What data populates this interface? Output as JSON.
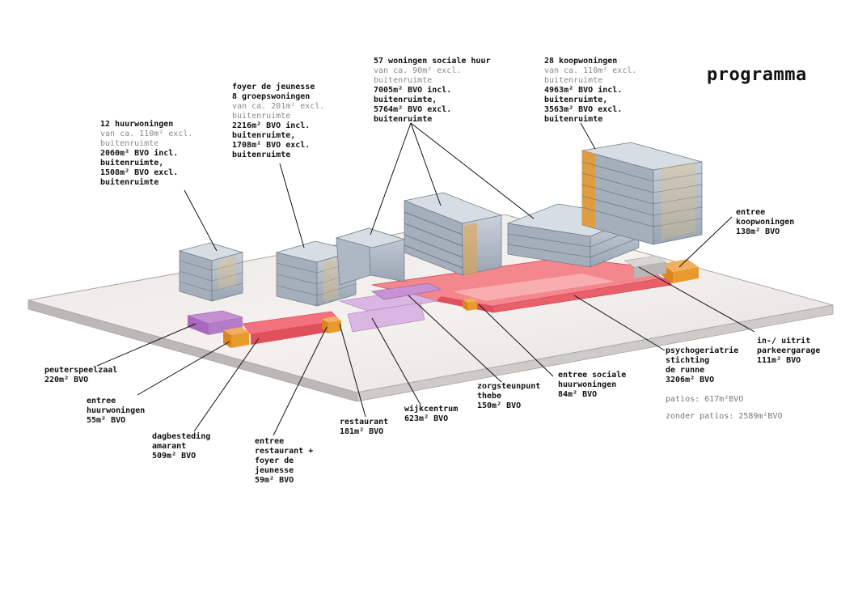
{
  "title": "programma",
  "colors": {
    "ground": "#e6e2e0",
    "ground_edge": "#a9a5a3",
    "glass": "#b7c1cc",
    "glass_dark": "#8f9aa6",
    "care": "#f0636f",
    "care_light": "#f9b7b7",
    "purple": "#b57ac8",
    "lilac": "#dab6e2",
    "orange": "#e99a2d",
    "grey_block": "#b9b7b6"
  },
  "labels": {
    "huurwoningen12": {
      "lines": [
        {
          "text": "12 huurwoningen",
          "style": "bold"
        },
        {
          "text": "van ca. 110m² excl.",
          "style": "grey"
        },
        {
          "text": "buitenruimte",
          "style": "grey"
        },
        {
          "text": "2060m² BVO incl.",
          "style": "bold"
        },
        {
          "text": "buitenruimte,",
          "style": "bold"
        },
        {
          "text": "1508m² BVO excl.",
          "style": "bold"
        },
        {
          "text": "buitenruimte",
          "style": "bold"
        }
      ]
    },
    "foyer": {
      "lines": [
        {
          "text": "foyer de jeunesse",
          "style": "bold"
        },
        {
          "text": "8 groepswoningen",
          "style": "bold"
        },
        {
          "text": "van ca. 201m² excl.",
          "style": "grey"
        },
        {
          "text": "buitenruimte",
          "style": "grey"
        },
        {
          "text": "2216m² BVO incl.",
          "style": "bold"
        },
        {
          "text": "buitenruimte,",
          "style": "bold"
        },
        {
          "text": "1708m² BVO excl.",
          "style": "bold"
        },
        {
          "text": "buitenruimte",
          "style": "bold"
        }
      ]
    },
    "sociale57": {
      "lines": [
        {
          "text": "57 woningen sociale huur",
          "style": "bold"
        },
        {
          "text": "van ca. 90m² excl.",
          "style": "grey"
        },
        {
          "text": "buitenruimte",
          "style": "grey"
        },
        {
          "text": "7005m² BVO incl.",
          "style": "bold"
        },
        {
          "text": "buitenruimte,",
          "style": "bold"
        },
        {
          "text": "5764m² BVO excl.",
          "style": "bold"
        },
        {
          "text": "buitenruimte",
          "style": "bold"
        }
      ]
    },
    "koop28": {
      "lines": [
        {
          "text": "28 koopwoningen",
          "style": "bold"
        },
        {
          "text": "van ca. 110m² excl.",
          "style": "grey"
        },
        {
          "text": "buitenruimte",
          "style": "grey"
        },
        {
          "text": "4963m² BVO incl.",
          "style": "bold"
        },
        {
          "text": "buitenruimte,",
          "style": "bold"
        },
        {
          "text": "3563m² BVO excl.",
          "style": "bold"
        },
        {
          "text": "buitenruimte",
          "style": "bold"
        }
      ]
    },
    "entree_koop": {
      "lines": [
        {
          "text": "entree",
          "style": "bold"
        },
        {
          "text": "koopwoningen",
          "style": "bold"
        },
        {
          "text": "138m² BVO",
          "style": "bold"
        }
      ]
    },
    "inuitrit": {
      "lines": [
        {
          "text": "in-/ uitrit",
          "style": "bold"
        },
        {
          "text": "parkeergarage",
          "style": "bold"
        },
        {
          "text": "111m² BVO",
          "style": "bold"
        }
      ]
    },
    "psycho": {
      "lines": [
        {
          "text": "psychogeriatrie",
          "style": "bold"
        },
        {
          "text": "stichting",
          "style": "bold"
        },
        {
          "text": "de runne",
          "style": "bold"
        },
        {
          "text": "3206m² BVO",
          "style": "bold"
        }
      ]
    },
    "entree_sociale": {
      "lines": [
        {
          "text": "entree sociale",
          "style": "bold"
        },
        {
          "text": "huurwoningen",
          "style": "bold"
        },
        {
          "text": "84m² BVO",
          "style": "bold"
        }
      ]
    },
    "zorgsteunpunt": {
      "lines": [
        {
          "text": "zorgsteunpunt",
          "style": "bold"
        },
        {
          "text": "thebe",
          "style": "bold"
        },
        {
          "text": "150m² BVO",
          "style": "bold"
        }
      ]
    },
    "wijkcentrum": {
      "lines": [
        {
          "text": "wijkcentrum",
          "style": "bold"
        },
        {
          "text": "623m² BVO",
          "style": "bold"
        }
      ]
    },
    "restaurant": {
      "lines": [
        {
          "text": "restaurant",
          "style": "bold"
        },
        {
          "text": "181m² BVO",
          "style": "bold"
        }
      ]
    },
    "entree_rest": {
      "lines": [
        {
          "text": "entree",
          "style": "bold"
        },
        {
          "text": "restaurant +",
          "style": "bold"
        },
        {
          "text": "foyer de",
          "style": "bold"
        },
        {
          "text": "jeunesse",
          "style": "bold"
        },
        {
          "text": "59m² BVO",
          "style": "bold"
        }
      ]
    },
    "dagbesteding": {
      "lines": [
        {
          "text": "dagbesteding",
          "style": "bold"
        },
        {
          "text": "amarant",
          "style": "bold"
        },
        {
          "text": "509m² BVO",
          "style": "bold"
        }
      ]
    },
    "entree_huur": {
      "lines": [
        {
          "text": "entree",
          "style": "bold"
        },
        {
          "text": "huurwoningen",
          "style": "bold"
        },
        {
          "text": "55m² BVO",
          "style": "bold"
        }
      ]
    },
    "peuter": {
      "lines": [
        {
          "text": "peuterspeelzaal",
          "style": "bold"
        },
        {
          "text": "220m² BVO",
          "style": "bold"
        }
      ]
    }
  },
  "stats": {
    "patios": "patios: 617m²BVO",
    "zonder_patios": "zonder patios: 2589m²BVO"
  }
}
